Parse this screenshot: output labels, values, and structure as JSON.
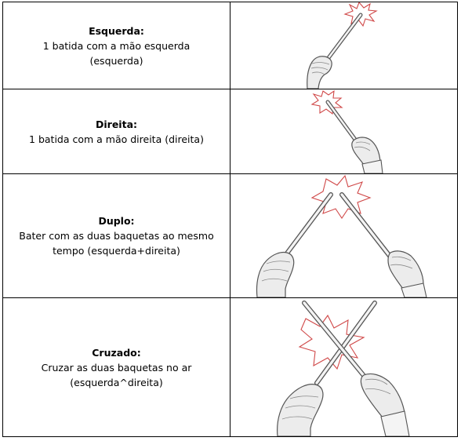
{
  "rows": [
    {
      "title": "Esquerda:",
      "description": "1 batida com a mão esquerda (esquerda)",
      "illustration": "left-hand-drumstick-hit"
    },
    {
      "title": "Direita:",
      "description": "1 batida com a mão direita (direita)",
      "illustration": "right-hand-drumstick-hit"
    },
    {
      "title": "Duplo:",
      "description": "Bater com as duas baquetas ao mesmo tempo (esquerda+direita)",
      "illustration": "both-hands-drumsticks-hit"
    },
    {
      "title": "Cruzado:",
      "description": "Cruzar as duas baquetas no ar (esquerda^direita)",
      "illustration": "crossed-drumsticks-hit"
    }
  ],
  "colors": {
    "border": "#000000",
    "burst_outline": "#d04848",
    "hand_outline": "#555555"
  }
}
